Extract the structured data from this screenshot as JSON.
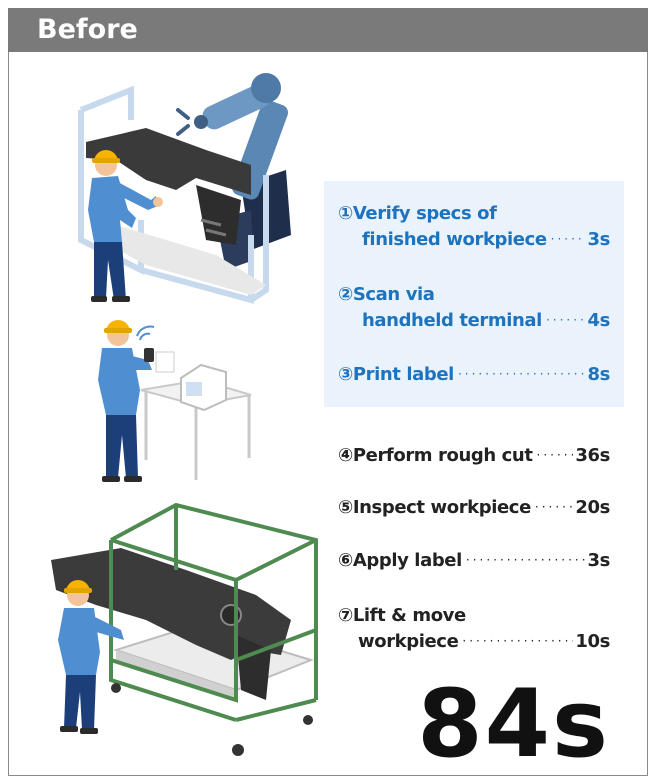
{
  "header": {
    "title": "Before"
  },
  "steps_blue": [
    {
      "line1": "①Verify specs of",
      "line2": "finished workpiece",
      "time": "3s"
    },
    {
      "line1": "②Scan via",
      "line2": "handheld terminal",
      "time": "4s"
    },
    {
      "line1": "③Print label",
      "time": "8s"
    }
  ],
  "steps_dark": [
    {
      "line1": "④Perform rough cut",
      "time": "36s"
    },
    {
      "line1": "⑤Inspect workpiece",
      "time": "20s"
    },
    {
      "line1": "⑥Apply label",
      "time": "3s"
    },
    {
      "line1": "⑦Lift & move",
      "line2": "workpiece",
      "time": "10s"
    }
  ],
  "total": "84s",
  "colors": {
    "header": "#7a7a7a",
    "accent_blue": "#1e73be",
    "blue_box": "#eaf2fb",
    "cart_green": "#4f8a50"
  }
}
